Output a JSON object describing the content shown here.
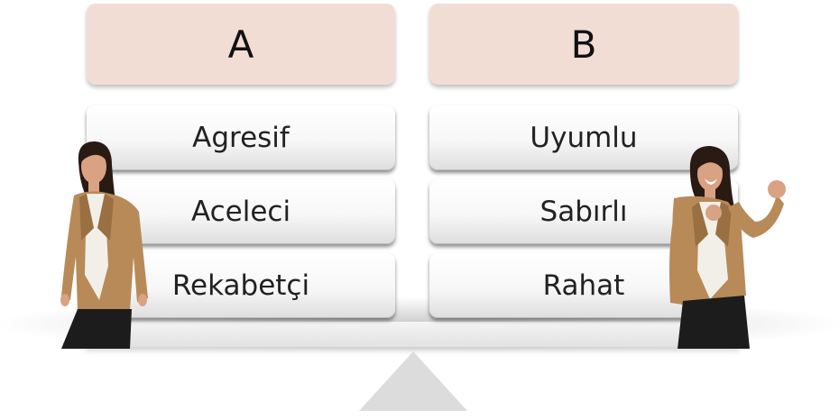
{
  "columns": {
    "a": {
      "header": "A",
      "traits": [
        "Agresif",
        "Aceleci",
        "Rekabetçi"
      ]
    },
    "b": {
      "header": "B",
      "traits": [
        "Uyumlu",
        "Sabırlı",
        "Rahat"
      ]
    }
  },
  "colors": {
    "header_bg": "#f2ddd5",
    "jacket": "#b88a58",
    "trousers": "#1c1c1c",
    "beam": "#e6e6e6"
  },
  "illustrations": {
    "left": "woman-standing-calm",
    "right": "woman-cheering-fists-raised"
  }
}
